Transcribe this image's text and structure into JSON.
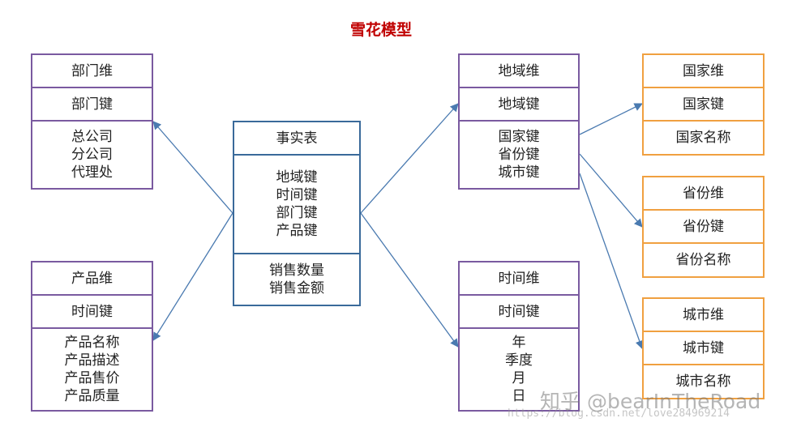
{
  "title": "雪花模型",
  "dept": {
    "name": "部门维",
    "key": "部门键",
    "attrs": [
      "总公司",
      "分公司",
      "代理处"
    ]
  },
  "product": {
    "name": "产品维",
    "key": "时间键",
    "attrs": [
      "产品名称",
      "产品描述",
      "产品售价",
      "产品质量"
    ]
  },
  "fact": {
    "name": "事实表",
    "keys": [
      "地域键",
      "时间键",
      "部门键",
      "产品键"
    ],
    "measures": [
      "销售数量",
      "销售金额"
    ]
  },
  "region": {
    "name": "地域维",
    "key": "地域键",
    "attrs": [
      "国家键",
      "省份键",
      "城市键"
    ]
  },
  "time": {
    "name": "时间维",
    "key": "时间键",
    "attrs": [
      "年",
      "季度",
      "月",
      "日"
    ]
  },
  "country": {
    "name": "国家维",
    "key": "国家键",
    "attr": "国家名称"
  },
  "province": {
    "name": "省份维",
    "key": "省份键",
    "attr": "省份名称"
  },
  "city": {
    "name": "城市维",
    "key": "城市键",
    "attr": "城市名称"
  },
  "colors": {
    "title": "#c00000",
    "purple": "#7a5aa0",
    "orange": "#f0a040",
    "blue": "#3a6a9a",
    "arrow": "#4a7ab0"
  },
  "watermark": {
    "main": "知乎 @bearInTheRoad",
    "url": "https://blog.csdn.net/love284969214"
  }
}
